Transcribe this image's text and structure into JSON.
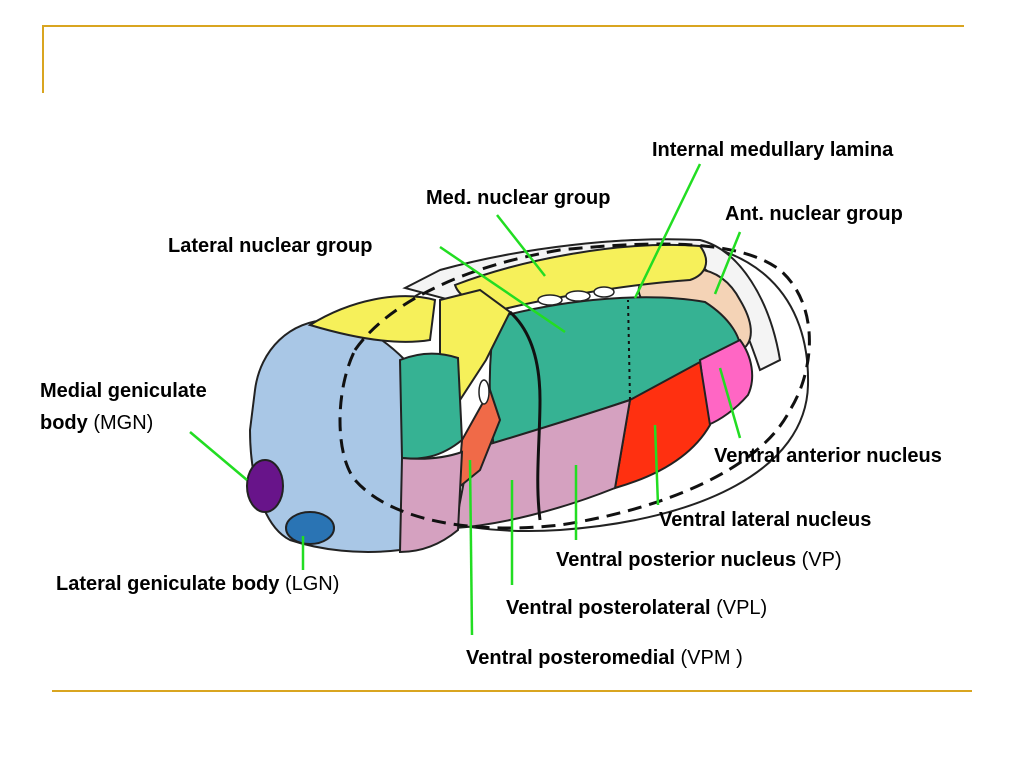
{
  "colors": {
    "frame": "#d9a520",
    "leader": "#22dd22",
    "medial_group": "#f6f05a",
    "lateral_group": "#36b293",
    "anterior_group": "#f4d3b6",
    "ventral_posterior": "#d5a1c0",
    "ventral_lateral": "#ff3010",
    "ventral_anterior": "#ff66c4",
    "pulvinar": "#a9c7e6",
    "mgn": "#68148a",
    "lgn": "#2a74b4",
    "vpm": "#f06a48"
  },
  "labels": {
    "internal_medullary_lamina": "Internal medullary lamina",
    "med_nuclear_group": "Med. nuclear group",
    "ant_nuclear_group": "Ant. nuclear group",
    "lateral_nuclear_group": "Lateral nuclear group",
    "medial_geniculate_line1": "Medial geniculate",
    "medial_geniculate_bold": "body",
    "medial_geniculate_abbr": " (MGN)",
    "ventral_anterior_nucleus": "Ventral anterior nucleus",
    "ventral_lateral_nucleus": "Ventral lateral nucleus",
    "ventral_posterior_bold": "Ventral posterior nucleus",
    "ventral_posterior_abbr": " (VP)",
    "lgn_bold": "Lateral geniculate body",
    "lgn_abbr": "  (LGN)",
    "vpl_bold": "Ventral posterolateral",
    "vpl_abbr": " (VPL)",
    "vpm_bold": "Ventral posteromedial",
    "vpm_abbr": " (VPM )"
  }
}
